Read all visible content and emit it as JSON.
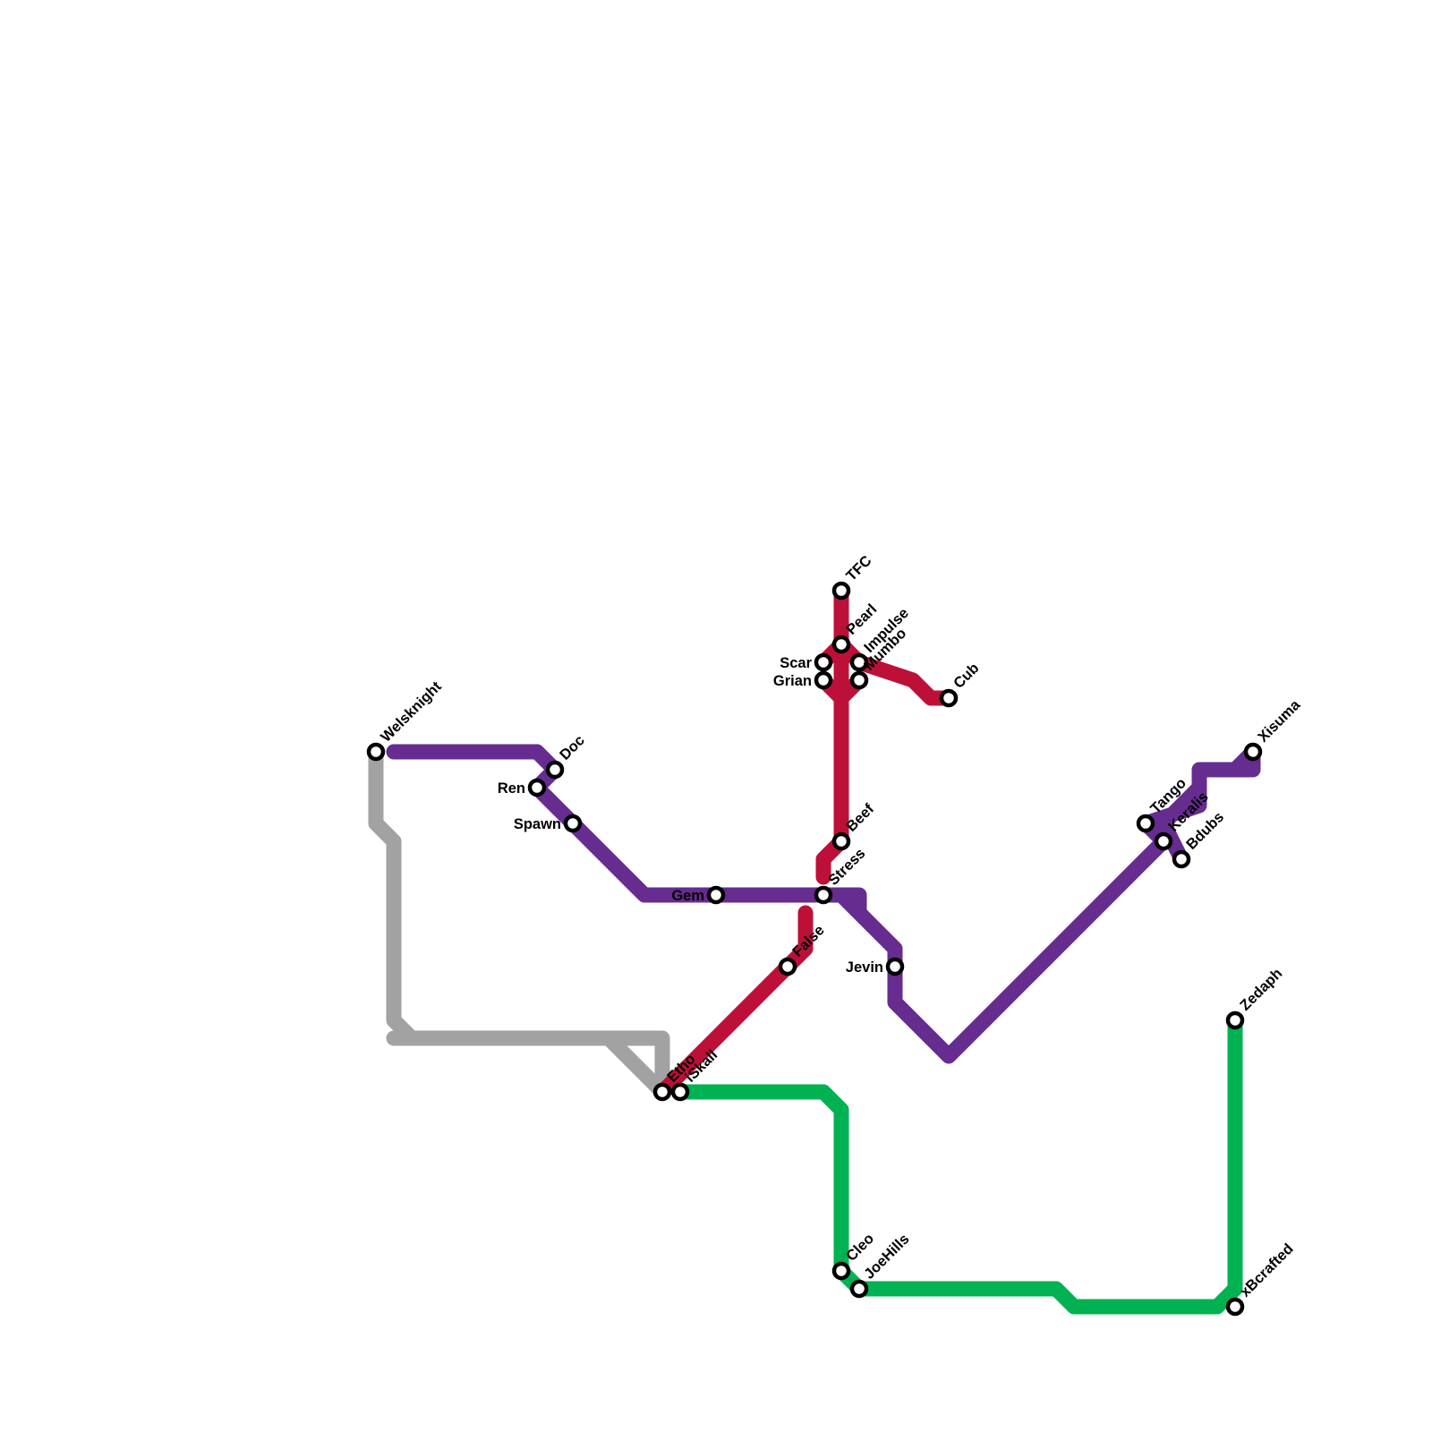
{
  "lines": [
    {
      "id": "grey",
      "color": "#a2a2a2"
    },
    {
      "id": "purple",
      "color": "#662c90"
    },
    {
      "id": "red",
      "color": "#bd1038"
    },
    {
      "id": "green",
      "color": "#00b251"
    }
  ],
  "stations": {
    "welsknight": "Welsknight",
    "doc": "Doc",
    "ren": "Ren",
    "spawn": "Spawn",
    "gem": "Gem",
    "stress": "Stress",
    "jevin": "Jevin",
    "tfc": "TFC",
    "pearl": "Pearl",
    "scar": "Scar",
    "grian": "Grian",
    "impulse": "Impulse",
    "mumbo": "Mumbo",
    "cub": "Cub",
    "beef": "Beef",
    "false": "False",
    "etho": "Etho",
    "iskall": "iSkall",
    "cleo": "Cleo",
    "joehills": "JoeHills",
    "tango": "Tango",
    "keralis": "Keralis",
    "bdubs": "Bdubs",
    "xisuma": "Xisuma",
    "zedaph": "Zedaph",
    "xbcrafted": "xBcrafted"
  }
}
